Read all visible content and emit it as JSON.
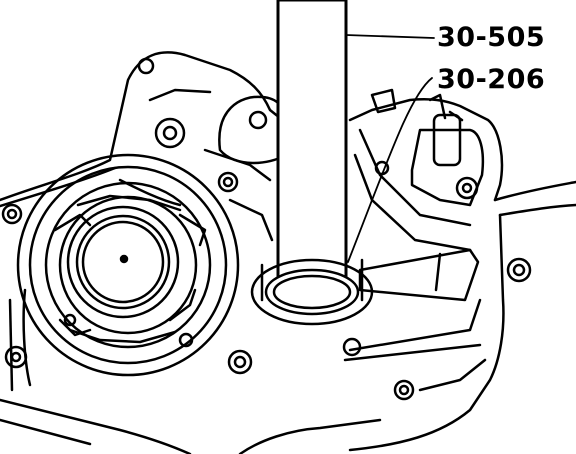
{
  "diagram": {
    "callouts": [
      {
        "id": "tool-a",
        "text": "30-505"
      },
      {
        "id": "tool-b",
        "text": "30-206"
      }
    ],
    "colors": {
      "ink": "#000000",
      "paper": "#ffffff"
    }
  }
}
